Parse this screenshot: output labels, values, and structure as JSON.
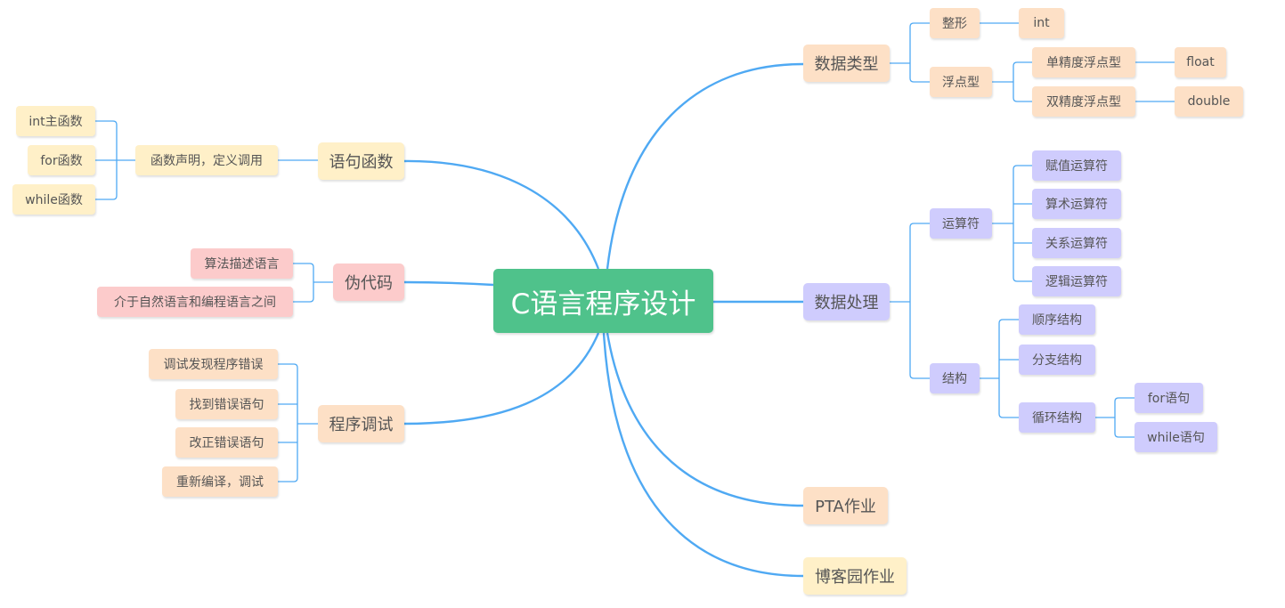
{
  "root": "C语言程序设计",
  "colors": {
    "root": "#4fc28b",
    "peach": "#fde0c6",
    "lavender": "#cfccfd",
    "yellow": "#fff0c8",
    "pink": "#fccbcb",
    "line": "#4fa9f3"
  },
  "right": {
    "data_types": {
      "label": "数据类型",
      "integer": {
        "label": "整形",
        "child": "int"
      },
      "floating": {
        "label": "浮点型",
        "single": {
          "label": "单精度浮点型",
          "child": "float"
        },
        "double": {
          "label": "双精度浮点型",
          "child": "double"
        }
      }
    },
    "data_processing": {
      "label": "数据处理",
      "operators": {
        "label": "运算符",
        "items": [
          "赋值运算符",
          "算术运算符",
          "关系运算符",
          "逻辑运算符"
        ]
      },
      "structures": {
        "label": "结构",
        "items": [
          "顺序结构",
          "分支结构",
          "循环结构"
        ],
        "loop_items": [
          "for语句",
          "while语句"
        ]
      }
    },
    "pta": "PTA作业",
    "blog": "博客园作业"
  },
  "left": {
    "statements": {
      "label": "语句函数",
      "decl": {
        "label": "函数声明，定义调用",
        "items": [
          "int主函数",
          "for函数",
          "while函数"
        ]
      }
    },
    "pseudocode": {
      "label": "伪代码",
      "items": [
        "算法描述语言",
        "介于自然语言和编程语言之间"
      ]
    },
    "debugging": {
      "label": "程序调试",
      "items": [
        "调试发现程序错误",
        "找到错误语句",
        "改正错误语句",
        "重新编译，调试"
      ]
    }
  }
}
